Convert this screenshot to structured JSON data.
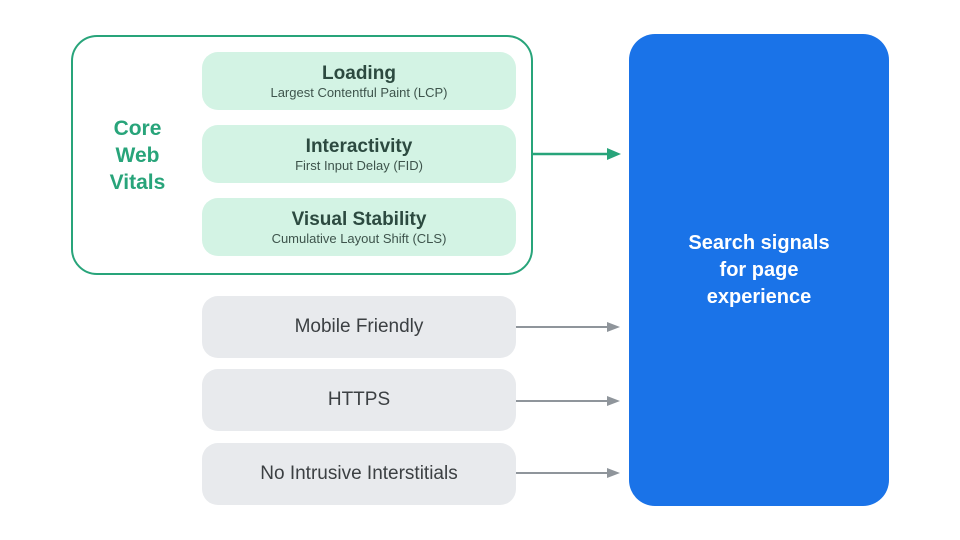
{
  "colors": {
    "green": "#28a47a",
    "mint_fill": "#d3f3e4",
    "vital_title_text": "#2c4a40",
    "vital_subtitle_text": "#3e544c",
    "gray_fill": "#e8eaed",
    "gray_text": "#3c4043",
    "arrow_gray": "#8f959b",
    "blue": "#1a73e8",
    "white_text": "#ffffff"
  },
  "core_web_vitals": {
    "label_lines": [
      "Core",
      "Web",
      "Vitals"
    ],
    "vitals": [
      {
        "title": "Loading",
        "subtitle": "Largest Contentful Paint (LCP)"
      },
      {
        "title": "Interactivity",
        "subtitle": "First Input Delay (FID)"
      },
      {
        "title": "Visual Stability",
        "subtitle": "Cumulative Layout Shift (CLS)"
      }
    ]
  },
  "other_signals": [
    "Mobile Friendly",
    "HTTPS",
    "No Intrusive Interstitials"
  ],
  "result_box": {
    "lines": [
      "Search signals",
      "for page",
      "experience"
    ]
  }
}
